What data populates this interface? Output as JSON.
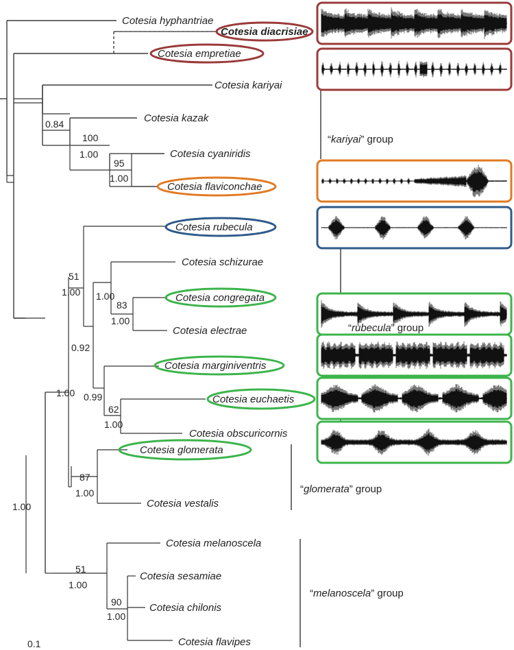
{
  "colors": {
    "branch": "#333333",
    "dark_red": "#9b3a3a",
    "orange": "#e07a22",
    "blue": "#2e5a8a",
    "green": "#3cb44b",
    "wave_dark": "#111111",
    "wave_light": "#777777"
  },
  "taxa": [
    {
      "id": "hyphantriae",
      "label": "Cotesia hyphantriae"
    },
    {
      "id": "diacrisiae",
      "label": "Cotesia diacrisiae"
    },
    {
      "id": "empretiae",
      "label": "Cotesia empretiae"
    },
    {
      "id": "kariyai",
      "label": "Cotesia kariyai"
    },
    {
      "id": "kazak",
      "label": "Cotesia kazak"
    },
    {
      "id": "cyaniridis",
      "label": "Cotesia cyaniridis"
    },
    {
      "id": "flaviconchae",
      "label": "Cotesia flaviconchae"
    },
    {
      "id": "rubecula",
      "label": "Cotesia rubecula"
    },
    {
      "id": "schizurae",
      "label": "Cotesia schizurae"
    },
    {
      "id": "congregata",
      "label": "Cotesia congregata"
    },
    {
      "id": "electrae",
      "label": "Cotesia electrae"
    },
    {
      "id": "marginiventris",
      "label": "Cotesia marginiventris"
    },
    {
      "id": "euchaetis",
      "label": "Cotesia euchaetis"
    },
    {
      "id": "obscuricornis",
      "label": "Cotesia obscuricornis"
    },
    {
      "id": "glomerata",
      "label": "Cotesia glomerata"
    },
    {
      "id": "vestalis",
      "label": "Cotesia vestalis"
    },
    {
      "id": "melanoscela",
      "label": "Cotesia melanoscela"
    },
    {
      "id": "sesamiae",
      "label": "Cotesia sesamiae"
    },
    {
      "id": "chilonis",
      "label": "Cotesia chilonis"
    },
    {
      "id": "flavipes",
      "label": "Cotesia flavipes"
    }
  ],
  "support_values": [
    {
      "id": "s084",
      "text": "0.84"
    },
    {
      "id": "s100",
      "text": "100"
    },
    {
      "id": "s100b",
      "text": "1.00"
    },
    {
      "id": "s95",
      "text": "95"
    },
    {
      "id": "s95b",
      "text": "1.00"
    },
    {
      "id": "s51a",
      "text": "51"
    },
    {
      "id": "s51ab",
      "text": "1.00"
    },
    {
      "id": "s100c",
      "text": "1.00"
    },
    {
      "id": "s83",
      "text": "83"
    },
    {
      "id": "s83b",
      "text": "1.00"
    },
    {
      "id": "s092",
      "text": "0.92"
    },
    {
      "id": "s100d",
      "text": "1.00"
    },
    {
      "id": "s099",
      "text": "0.99"
    },
    {
      "id": "s62",
      "text": "62"
    },
    {
      "id": "s62b",
      "text": "1.00"
    },
    {
      "id": "s87",
      "text": "87"
    },
    {
      "id": "s87b",
      "text": "1.00"
    },
    {
      "id": "s100e",
      "text": "1.00"
    },
    {
      "id": "s51b",
      "text": "51"
    },
    {
      "id": "s51bb",
      "text": "1.00"
    },
    {
      "id": "s90",
      "text": "90"
    },
    {
      "id": "s90b",
      "text": "1.00"
    }
  ],
  "groups": [
    {
      "id": "kariyai",
      "prefix": "“",
      "name": "kariyai",
      "suffix": "” group"
    },
    {
      "id": "rubecula",
      "prefix": "“",
      "name": "rubecula",
      "suffix": "” group"
    },
    {
      "id": "glomerata",
      "prefix": "“",
      "name": "glomerata",
      "suffix": "” group"
    },
    {
      "id": "melanoscela",
      "prefix": "“",
      "name": "melanoscela",
      "suffix": "” group"
    }
  ],
  "scale_bar": {
    "label": "0.1"
  }
}
